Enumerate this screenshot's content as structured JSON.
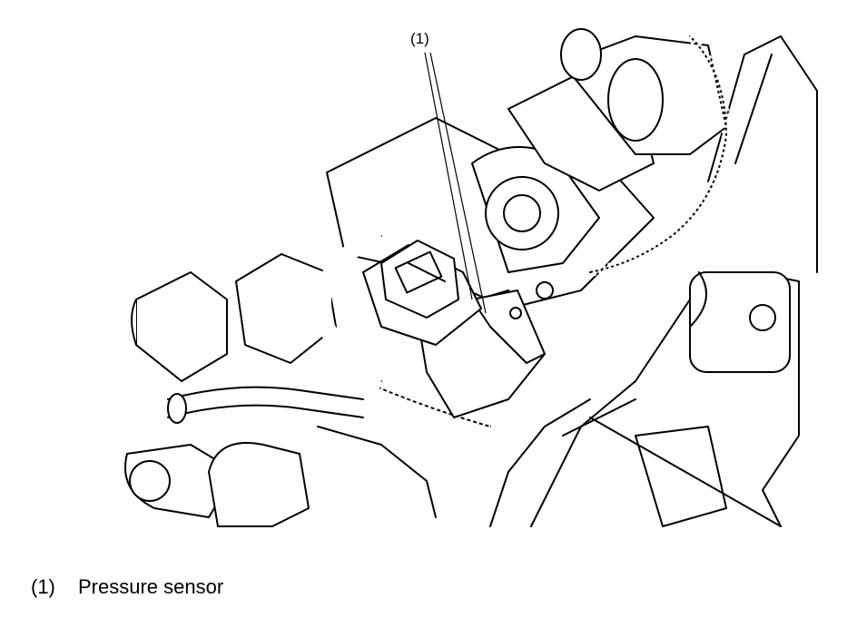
{
  "callout": {
    "number": "(1)"
  },
  "legend": {
    "items": [
      {
        "number": "(1)",
        "label": "Pressure sensor"
      }
    ]
  }
}
